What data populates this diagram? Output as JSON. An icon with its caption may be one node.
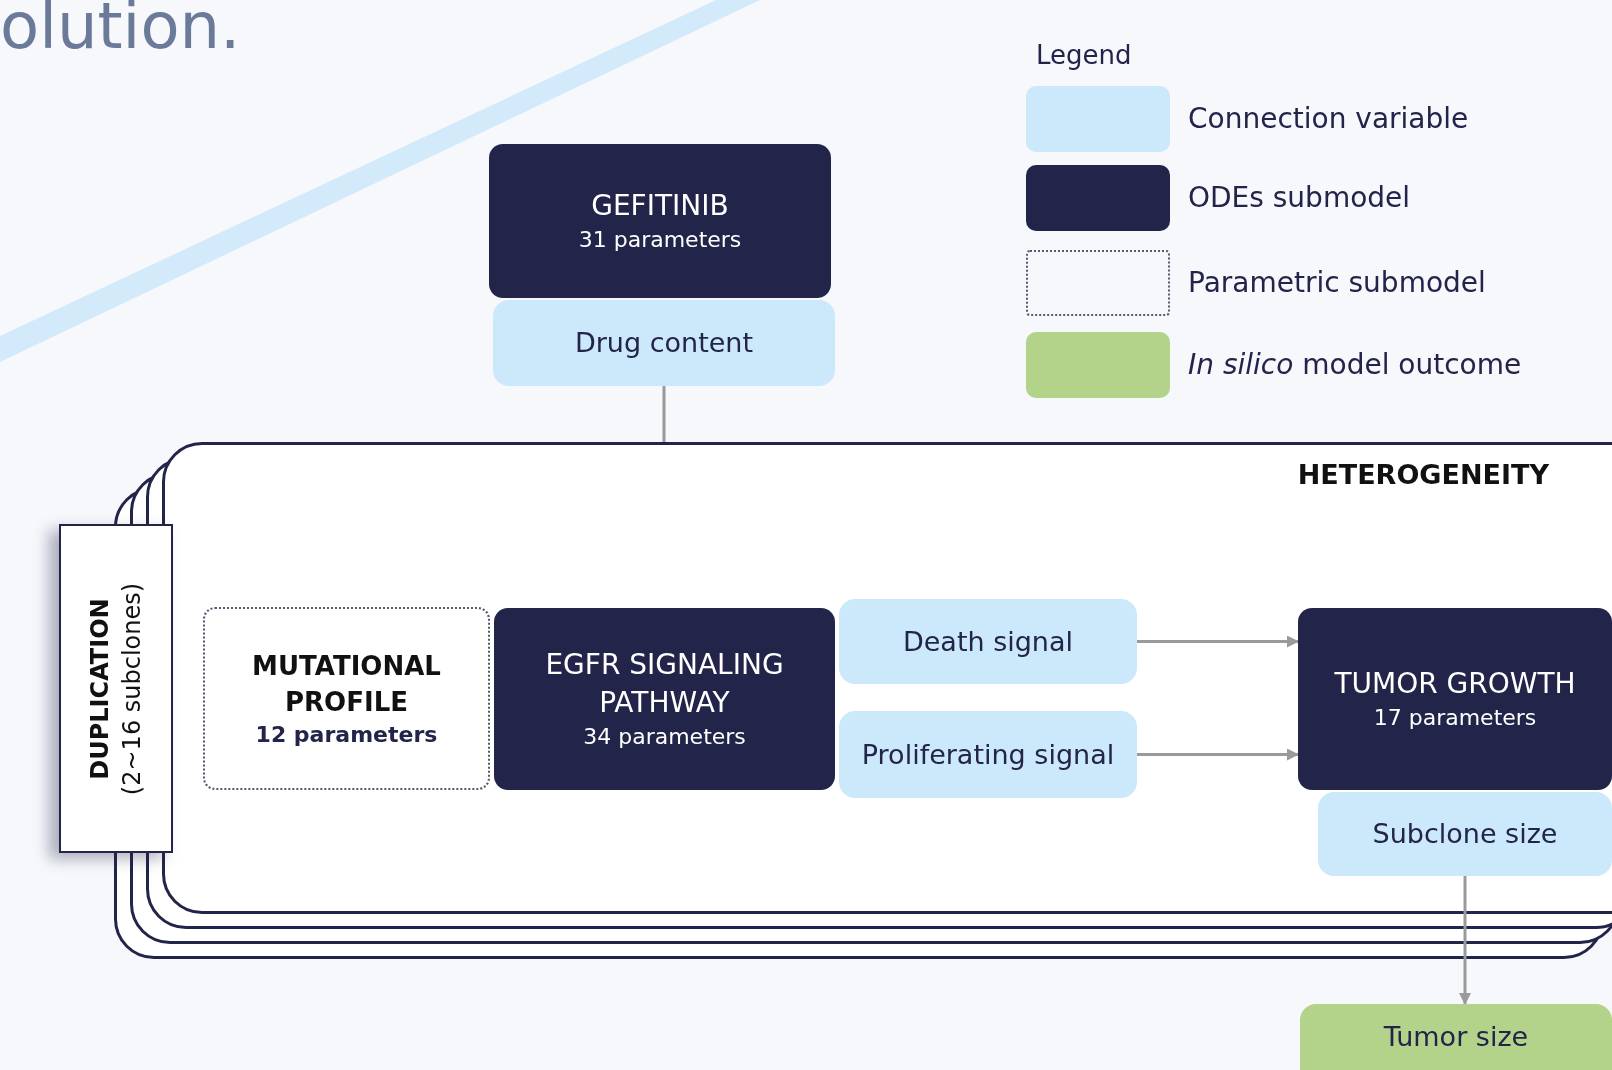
{
  "diagram": {
    "title": "olution.",
    "nodes": [
      {
        "text": [
          "GEFITINIB",
          "31 parameters"
        ]
      },
      {
        "text": [
          "Drug content"
        ]
      },
      {
        "text": [
          "HETEROGENEITY"
        ]
      },
      {
        "text": [
          "DUPLICATION",
          "(2~16 subclones)"
        ]
      },
      {
        "text": [
          "MUTATIONAL PROFILE",
          "12 parameters"
        ],
        "in": 2
      },
      {
        "text": [
          "EGFR SIGNALING PATHWAY",
          "34 parameters"
        ],
        "in": 2
      },
      {
        "text": [
          "Death signal"
        ],
        "in": 2
      },
      {
        "text": [
          "Proliferating signal"
        ],
        "in": 2
      },
      {
        "text": [
          "TUMOR GROWTH",
          "17 parameters"
        ],
        "in": 2
      },
      {
        "text": [
          "Subclone size"
        ],
        "in": 2
      },
      {
        "text": [
          "Tumor size"
        ]
      }
    ],
    "edges": [
      {
        "from": 1,
        "to": 2,
        "arrow": "none"
      },
      {
        "from": 6,
        "to": 8,
        "arrow": "to"
      },
      {
        "from": 7,
        "to": 8,
        "arrow": "to"
      },
      {
        "from": 9,
        "to": 10,
        "arrow": "to"
      }
    ],
    "labels": [
      "Legend"
    ],
    "legend": [
      {
        "text": "Connection variable",
        "color": "#cce8fb"
      },
      {
        "text": "ODEs submodel",
        "color": "#232449"
      },
      {
        "text": "Parametric submodel"
      },
      {
        "text": "*In silico* model outcome",
        "color": "#b3d38a"
      }
    ]
  }
}
